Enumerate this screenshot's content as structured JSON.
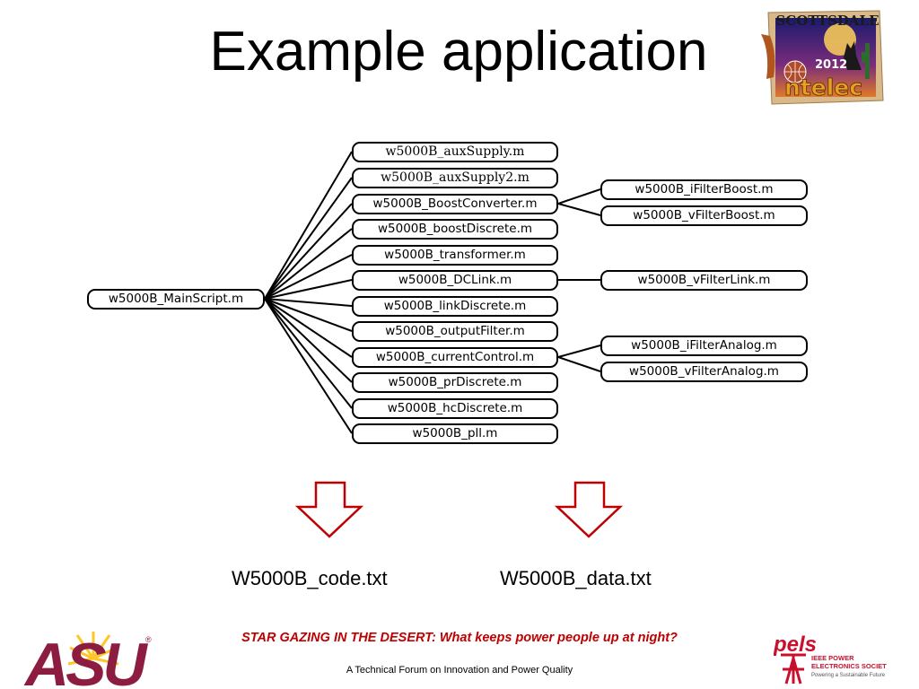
{
  "slide": {
    "title": "Example application"
  },
  "logos": {
    "conference": {
      "top_text": "SCOTTSDALE",
      "year": "2012",
      "name": "ntelec"
    },
    "university": {
      "text": "ASU",
      "registered_mark": "®"
    },
    "society": {
      "name": "pels",
      "line1": "IEEE POWER",
      "line2": "ELECTRONICS SOCIETY",
      "line3": "Powering a Sustainable Future"
    }
  },
  "diagram": {
    "root": "w5000B_MainScript.m",
    "children": [
      "w5000B_auxSupply.m",
      "w5000B_auxSupply2.m",
      "w5000B_BoostConverter.m",
      "w5000B_boostDiscrete.m",
      "w5000B_transformer.m",
      "w5000B_DCLink.m",
      "w5000B_linkDiscrete.m",
      "w5000B_outputFilter.m",
      "w5000B_currentControl.m",
      "w5000B_prDiscrete.m",
      "w5000B_hcDiscrete.m",
      "w5000B_pll.m"
    ],
    "grandchildren": [
      "w5000B_iFilterBoost.m",
      "w5000B_vFilterBoost.m",
      "w5000B_vFilterLink.m",
      "w5000B_iFilterAnalog.m",
      "w5000B_vFilterAnalog.m"
    ]
  },
  "outputs": {
    "code_file": "W5000B_code.txt",
    "data_file": "W5000B_data.txt"
  },
  "footer": {
    "tagline": "STAR GAZING IN THE DESERT:  What keeps power people up at night?",
    "forum": "A Technical Forum on Innovation and Power Quality"
  },
  "colors": {
    "arrow": "#c00000",
    "tagline": "#c00000",
    "asu_maroon": "#8c1d40",
    "asu_gold": "#ffc627",
    "pels_red": "#c8102e"
  }
}
